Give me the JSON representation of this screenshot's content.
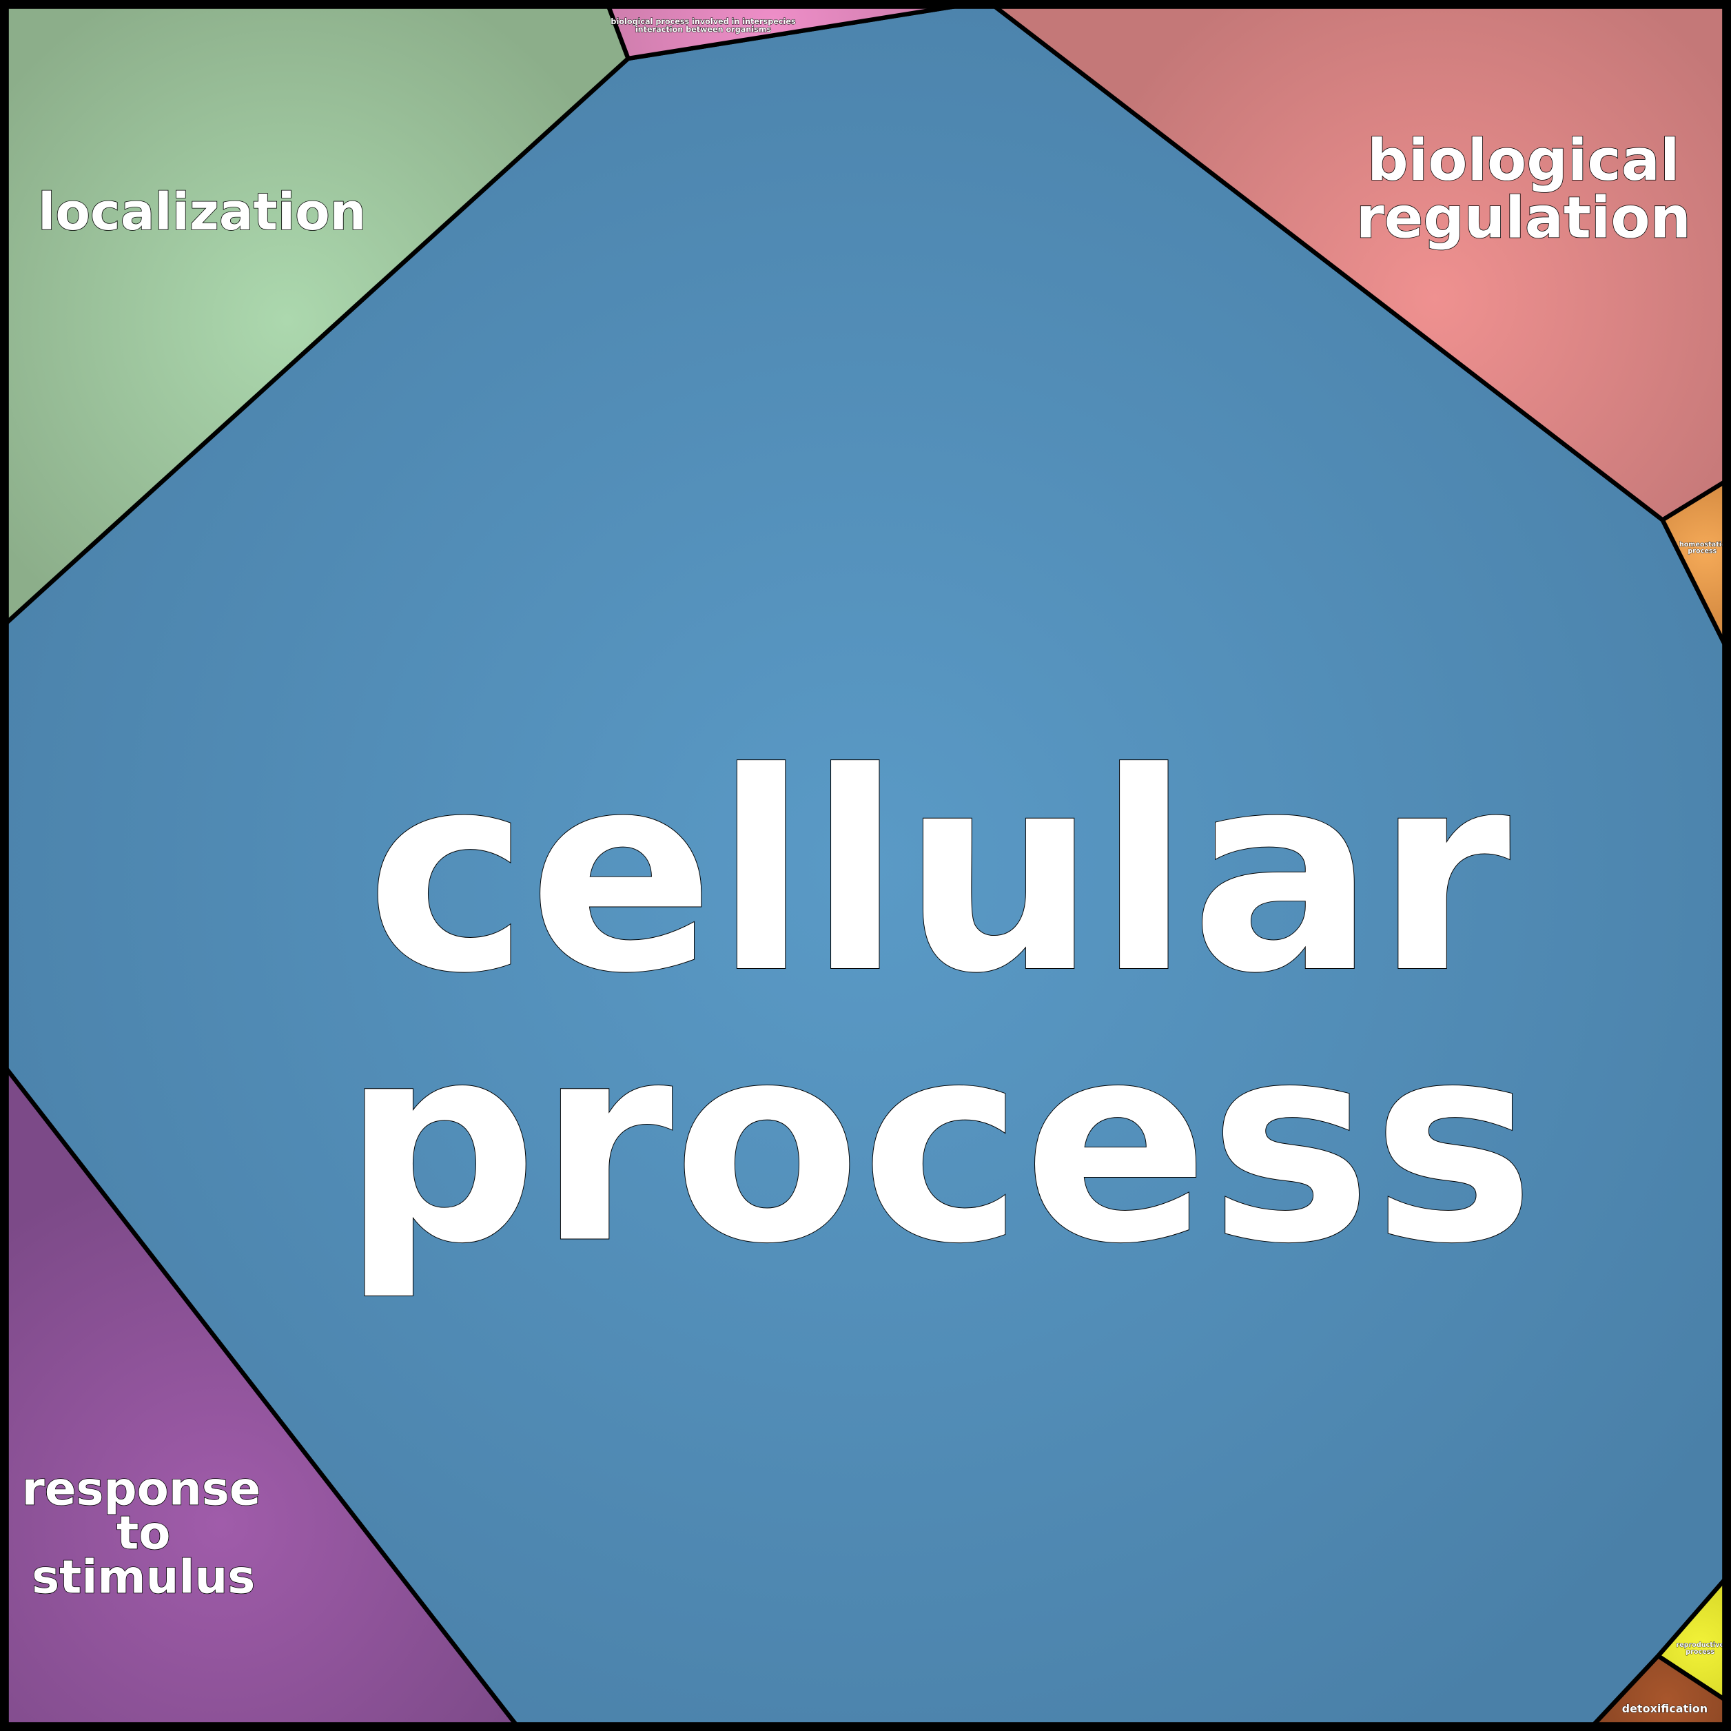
{
  "title": "Voronoi treemap of biological process terms",
  "cells": {
    "cellular_process": {
      "line1": "cellular",
      "line2": "process",
      "color": "#5a9ac6"
    },
    "localization": {
      "label": "localization",
      "color": "#abd6ad"
    },
    "interspecies": {
      "line1": "biological process involved in interspecies",
      "line2": "interaction between organisms",
      "color": "#ec8dc6"
    },
    "biological_regulation": {
      "line1": "biological",
      "line2": "regulation",
      "color": "#ee9190"
    },
    "homeostatic": {
      "line1": "homeostatic",
      "line2": "process",
      "color": "#f2a452"
    },
    "response_to_stimulus": {
      "line1": "response",
      "line2": "to",
      "line3": "stimulus",
      "color": "#9e5ca8"
    },
    "reproductive": {
      "line1": "reproductive",
      "line2": "process",
      "color": "#eeee30"
    },
    "detoxification": {
      "label": "detoxification",
      "color": "#a4542a"
    }
  }
}
